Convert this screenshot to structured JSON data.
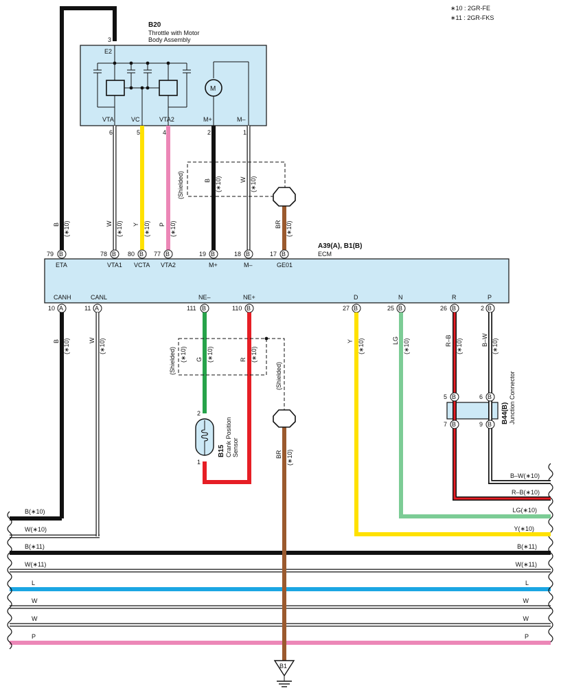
{
  "legend": {
    "note10": "∗10 : 2GR-FE",
    "note11": "∗11 : 2GR-FKS"
  },
  "b20": {
    "code": "B20",
    "name_line1": "Throttle with Motor",
    "name_line2": "Body Assembly",
    "pin_e2": "E2",
    "pin_e2_num": "3",
    "pin_labels": [
      "VTA",
      "VC",
      "VTA2",
      "M+",
      "M–"
    ],
    "pin_nums": [
      "6",
      "5",
      "4",
      "2",
      "1"
    ],
    "motor": "M"
  },
  "ecm": {
    "code": "A39(A), B1(B)",
    "name": "ECM",
    "top_pins": [
      {
        "num": "79",
        "conn": "B",
        "label": "ETA"
      },
      {
        "num": "78",
        "conn": "B",
        "label": "VTA1"
      },
      {
        "num": "80",
        "conn": "B",
        "label": "VCTA"
      },
      {
        "num": "77",
        "conn": "B",
        "label": "VTA2"
      },
      {
        "num": "19",
        "conn": "B",
        "label": "M+"
      },
      {
        "num": "18",
        "conn": "B",
        "label": "M–"
      },
      {
        "num": "17",
        "conn": "B",
        "label": "GE01"
      }
    ],
    "bottom_pins": [
      {
        "num": "10",
        "conn": "A",
        "label": "CANH"
      },
      {
        "num": "11",
        "conn": "A",
        "label": "CANL"
      },
      {
        "num": "111",
        "conn": "B",
        "label": "NE–"
      },
      {
        "num": "110",
        "conn": "B",
        "label": "NE+"
      },
      {
        "num": "27",
        "conn": "B",
        "label": "D"
      },
      {
        "num": "25",
        "conn": "B",
        "label": "N"
      },
      {
        "num": "26",
        "conn": "B",
        "label": "R"
      },
      {
        "num": "2",
        "conn": "B",
        "label": "P"
      }
    ]
  },
  "wire_labels": {
    "eta": "B",
    "vta1": "W",
    "vcta": "Y",
    "vta2": "P",
    "mplus": "B",
    "mminus": "W",
    "ge01": "BR",
    "canh": "B",
    "canl": "W",
    "neminus": "G",
    "neplus": "R",
    "d": "Y",
    "n": "LG",
    "r": "R–B",
    "p": "B–W",
    "ground": "BR",
    "tag": "(∗10)"
  },
  "shielded": "(Shielded)",
  "b15": {
    "code": "B15",
    "line1": "Crank Position",
    "line2": "Sensor",
    "pin2": "2",
    "pin1": "1"
  },
  "b44": {
    "code": "B44(B)",
    "name": "Junction Connector",
    "conn": "B",
    "pins": [
      "5",
      "6",
      "7",
      "9"
    ]
  },
  "bus": [
    {
      "left": "B(∗10)",
      "right": ""
    },
    {
      "left": "W(∗10)",
      "right": ""
    },
    {
      "left": "B(∗11)",
      "right": "B(∗11)"
    },
    {
      "left": "W(∗11)",
      "right": "W(∗11)"
    },
    {
      "left": "L",
      "right": "L"
    },
    {
      "left": "W",
      "right": "W"
    },
    {
      "left": "W",
      "right": "W"
    },
    {
      "left": "P",
      "right": "P"
    }
  ],
  "right_bus": [
    "B–W(∗10)",
    "R–B(∗10)",
    "LG(∗10)",
    "Y(∗10)"
  ],
  "ground": {
    "code": "B1"
  },
  "colors": {
    "body_fill": "#cde9f6",
    "black": "#111111",
    "yellow": "#ffe100",
    "pink": "#ec87b7",
    "brown": "#9b5a2e",
    "green": "#27a34a",
    "red": "#e61e25",
    "lightgreen": "#7ccc95",
    "blue": "#1ba6e3"
  }
}
